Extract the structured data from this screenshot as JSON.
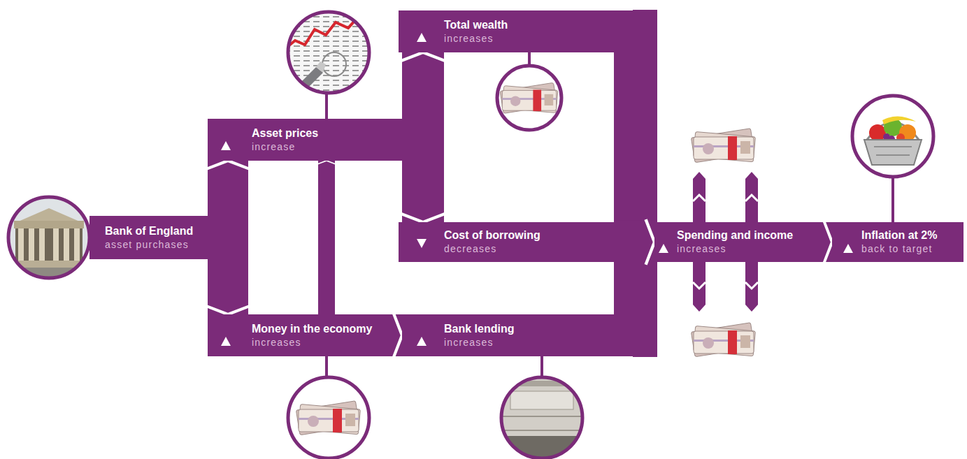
{
  "diagram": {
    "nodes": [
      {
        "text": [
          "Bank of England",
          "asset purchases"
        ]
      },
      {
        "text": [
          "Asset prices",
          "increase"
        ]
      },
      {
        "text": [
          "Money in the economy",
          "increases"
        ]
      },
      {
        "text": [
          "Total wealth",
          "increases"
        ]
      },
      {
        "text": [
          "Cost of borrowing",
          "decreases"
        ]
      },
      {
        "text": [
          "Bank lending",
          "increases"
        ]
      },
      {
        "text": [
          "Spending and income",
          "increases"
        ]
      },
      {
        "text": [
          "Inflation at 2%",
          "back to target"
        ]
      }
    ],
    "edges": [
      {
        "from": 0,
        "to": 1,
        "arrow": "to"
      },
      {
        "from": 0,
        "to": 2,
        "arrow": "to"
      },
      {
        "from": 2,
        "to": 1,
        "arrow": "to"
      },
      {
        "from": 2,
        "to": 5,
        "arrow": "to"
      },
      {
        "from": 1,
        "to": 3,
        "arrow": "to"
      },
      {
        "from": 1,
        "to": 4,
        "arrow": "to"
      },
      {
        "from": 3,
        "to": 6,
        "arrow": "to"
      },
      {
        "from": 4,
        "to": 6,
        "arrow": "to"
      },
      {
        "from": 5,
        "to": 6,
        "arrow": "to"
      },
      {
        "from": 6,
        "to": 7,
        "arrow": "to"
      }
    ]
  }
}
